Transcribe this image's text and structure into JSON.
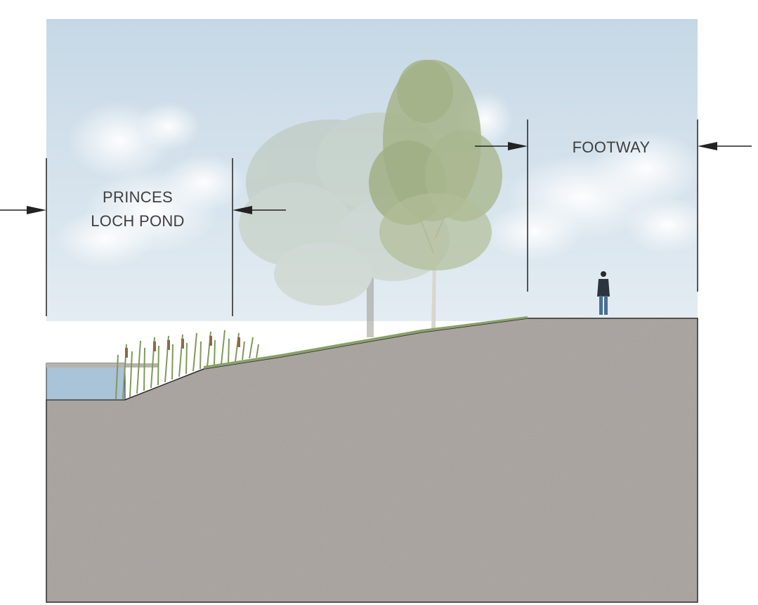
{
  "labels": {
    "pond_line1": "PRINCES",
    "pond_line2": "LOCH POND",
    "footway": "FOOTWAY"
  },
  "colors": {
    "sky_top": "#c8d9e6",
    "sky_bottom": "#dfe9f0",
    "ground": "#a7a29e",
    "water": "#a9c3d8",
    "grass": "#8aa06a",
    "tree_foliage": "#a6b48a",
    "tree_faded": "#c3cbbd",
    "dimension_line": "#222222"
  },
  "icons": [
    "arrow-right-icon",
    "arrow-left-icon",
    "tree-icon",
    "person-icon",
    "reeds-icon",
    "cloud-icon"
  ]
}
